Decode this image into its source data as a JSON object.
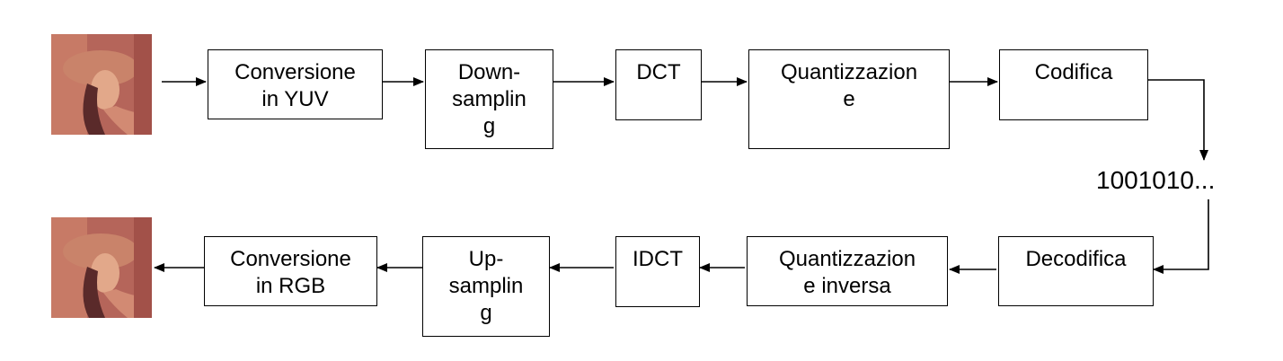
{
  "top_row": [
    {
      "lines": [
        "Conversione",
        "in YUV"
      ]
    },
    {
      "lines": [
        "Down-",
        "samplin",
        "g"
      ]
    },
    {
      "lines": [
        "DCT"
      ]
    },
    {
      "lines": [
        "Quantizzazion",
        "e"
      ]
    },
    {
      "lines": [
        "Codifica"
      ]
    }
  ],
  "bitstream": "1001010...",
  "bottom_row": [
    {
      "lines": [
        "Decodifica"
      ]
    },
    {
      "lines": [
        "Quantizzazion",
        "e inversa"
      ]
    },
    {
      "lines": [
        "IDCT"
      ]
    },
    {
      "lines": [
        "Up-",
        "samplin",
        "g"
      ]
    },
    {
      "lines": [
        "Conversione",
        "in RGB"
      ]
    }
  ],
  "colors": {
    "stroke": "#000000",
    "skin": "#d9967c",
    "hat": "#c9836a",
    "bg_warm": "#b5655a",
    "hair": "#5a2a2a"
  }
}
